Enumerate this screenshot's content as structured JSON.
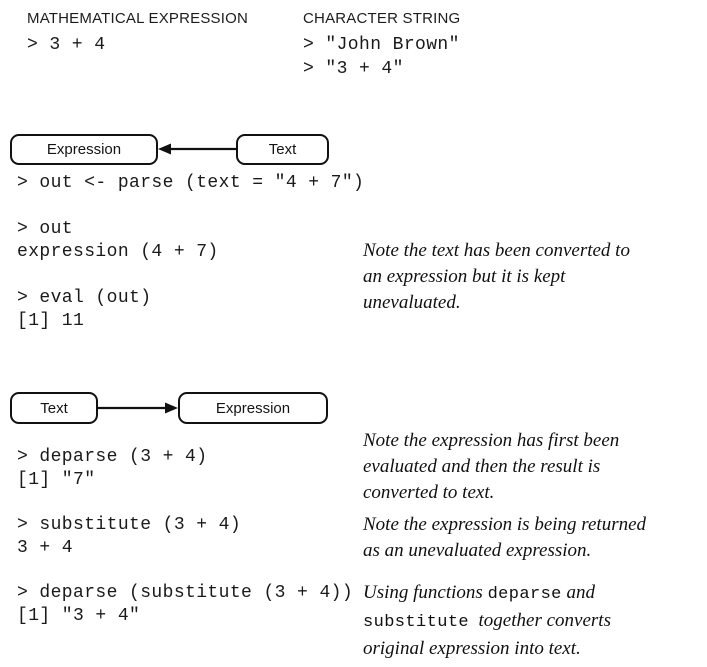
{
  "colors": {
    "ink": "#1a1a1a",
    "line": "#111111",
    "background": "#ffffff"
  },
  "headers": {
    "left": {
      "title": "MATHEMATICAL EXPRESSION",
      "code": [
        "> 3 + 4"
      ]
    },
    "right": {
      "title": "CHARACTER STRING",
      "code": [
        "> \"John Brown\"",
        "> \"3 + 4\""
      ]
    }
  },
  "diagram1": {
    "left_box_label": "Expression",
    "right_box_label": "Text",
    "arrow_direction": "right-to-left"
  },
  "diagram2": {
    "left_box_label": "Text",
    "right_box_label": "Expression",
    "arrow_direction": "left-to-right"
  },
  "code_blocks": {
    "parse_block": [
      "> out <- parse (text = \"4 + 7\")",
      "",
      "> out",
      "expression (4 + 7)",
      "",
      "> eval (out)",
      "[1] 11"
    ],
    "deparse_block": [
      "> deparse (3 + 4)",
      "[1] \"7\""
    ],
    "substitute_block": [
      "> substitute (3 + 4)",
      "3 + 4"
    ],
    "deparse_substitute_block": [
      "> deparse (substitute (3 + 4))",
      "[1] \"3 + 4\""
    ]
  },
  "notes": [
    {
      "lines": [
        "Note the text has been converted to",
        "an expression but it is kept",
        "unevaluated."
      ]
    },
    {
      "lines": [
        "Note the expression has first been",
        "evaluated and then the result is",
        "converted to text."
      ]
    },
    {
      "lines": [
        "Note the expression is being returned",
        "as an unevaluated expression."
      ]
    },
    {
      "rich": [
        [
          {
            "t": "Using functions ",
            "mono": false
          },
          {
            "t": "deparse",
            "mono": true
          },
          {
            "t": " and",
            "mono": false
          }
        ],
        [
          {
            "t": "substitute",
            "mono": true
          },
          {
            "t": "  together converts",
            "mono": false
          }
        ],
        [
          {
            "t": "original expression into text.",
            "mono": false
          }
        ]
      ]
    }
  ]
}
